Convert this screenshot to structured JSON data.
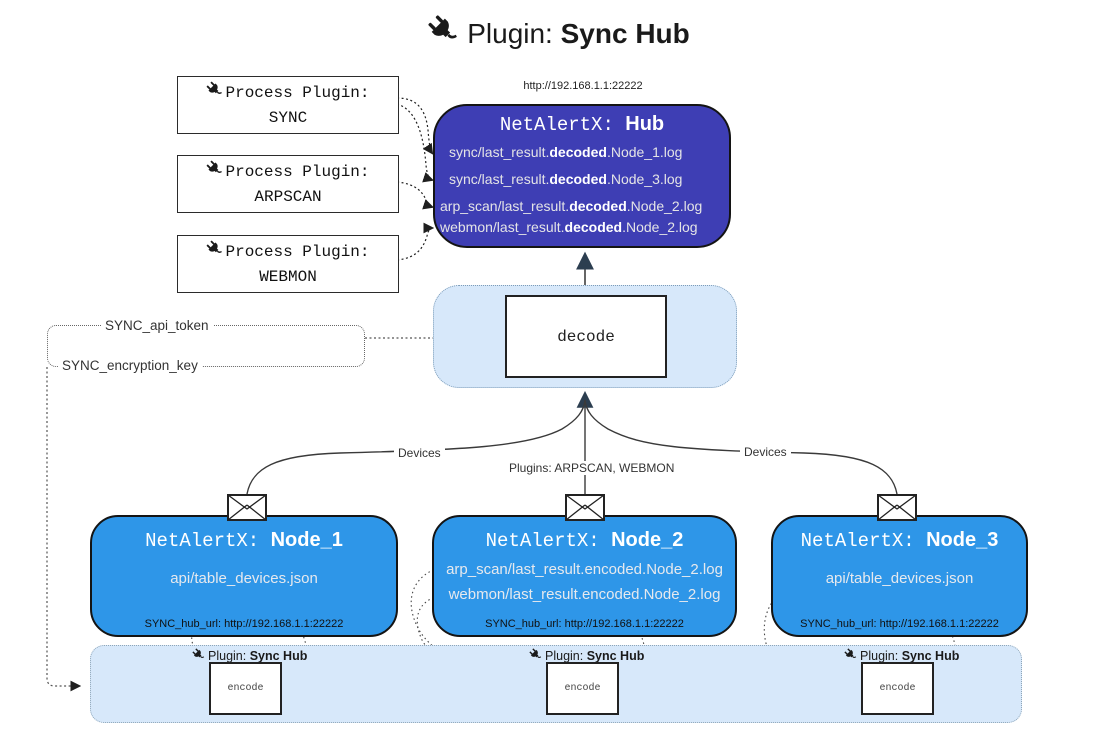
{
  "title": {
    "prefix": "Plugin: ",
    "bold": "Sync Hub"
  },
  "hub": {
    "url": "http://192.168.1.1:22222",
    "title_prefix": "NetAlertX: ",
    "title_bold": "Hub",
    "lines": [
      {
        "pre": "sync/last_result.",
        "bold": "decoded",
        "post": ".Node_1.log"
      },
      {
        "pre": "sync/last_result.",
        "bold": "decoded",
        "post": ".Node_3.log"
      },
      {
        "pre": "arp_scan/last_result.",
        "bold": "decoded",
        "post": ".Node_2.log"
      },
      {
        "pre": "webmon/last_result.",
        "bold": "decoded",
        "post": ".Node_2.log"
      }
    ]
  },
  "process_plugins": [
    {
      "label": "Process Plugin:",
      "name": "SYNC"
    },
    {
      "label": "Process Plugin:",
      "name": "ARPSCAN"
    },
    {
      "label": "Process Plugin:",
      "name": "WEBMON"
    }
  ],
  "decode": {
    "label": "decode"
  },
  "secrets": {
    "api_token": "SYNC_api_token",
    "encryption_key": "SYNC_encryption_key"
  },
  "edges": {
    "devices_left": "Devices",
    "devices_right": "Devices",
    "plugins_middle": "Plugins: ARPSCAN, WEBMON"
  },
  "nodes": [
    {
      "title_prefix": "NetAlertX: ",
      "title_bold": "Node_1",
      "files": [
        "api/table_devices.json"
      ],
      "hub_url": "SYNC_hub_url: http://192.168.1.1:22222"
    },
    {
      "title_prefix": "NetAlertX: ",
      "title_bold": "Node_2",
      "files": [
        "arp_scan/last_result.encoded.Node_2.log",
        "webmon/last_result.encoded.Node_2.log"
      ],
      "hub_url": "SYNC_hub_url: http://192.168.1.1:22222"
    },
    {
      "title_prefix": "NetAlertX: ",
      "title_bold": "Node_3",
      "files": [
        "api/table_devices.json"
      ],
      "hub_url": "SYNC_hub_url: http://192.168.1.1:22222"
    }
  ],
  "encode_band": {
    "plugin_label_prefix": "Plugin: ",
    "plugin_label_bold": "Sync Hub",
    "encode_label": "encode"
  },
  "colors": {
    "hub_fill": "#3e3eb4",
    "node_fill": "#2e96e8",
    "band_fill": "#d7e8fa",
    "box_border": "#141414",
    "arrow_dark": "#2c3e50"
  }
}
